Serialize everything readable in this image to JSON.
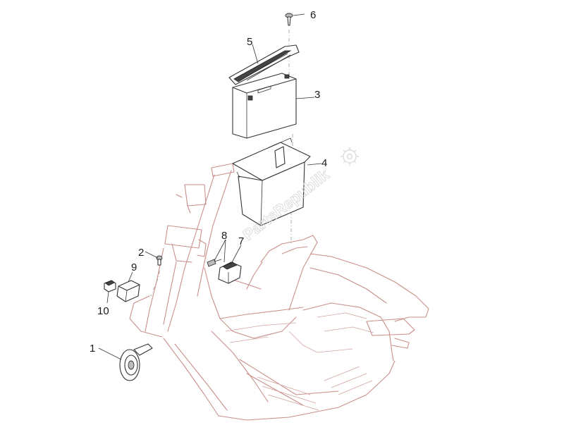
{
  "watermark": {
    "text": "PartsRepublik",
    "icon": "gear-icon"
  },
  "callouts": [
    {
      "id": "callout-1",
      "label": "1"
    },
    {
      "id": "callout-2",
      "label": "2"
    },
    {
      "id": "callout-3",
      "label": "3"
    },
    {
      "id": "callout-4",
      "label": "4"
    },
    {
      "id": "callout-5",
      "label": "5"
    },
    {
      "id": "callout-6",
      "label": "6"
    },
    {
      "id": "callout-7",
      "label": "7"
    },
    {
      "id": "callout-8",
      "label": "8"
    },
    {
      "id": "callout-9",
      "label": "9"
    },
    {
      "id": "callout-10",
      "label": "10"
    }
  ]
}
